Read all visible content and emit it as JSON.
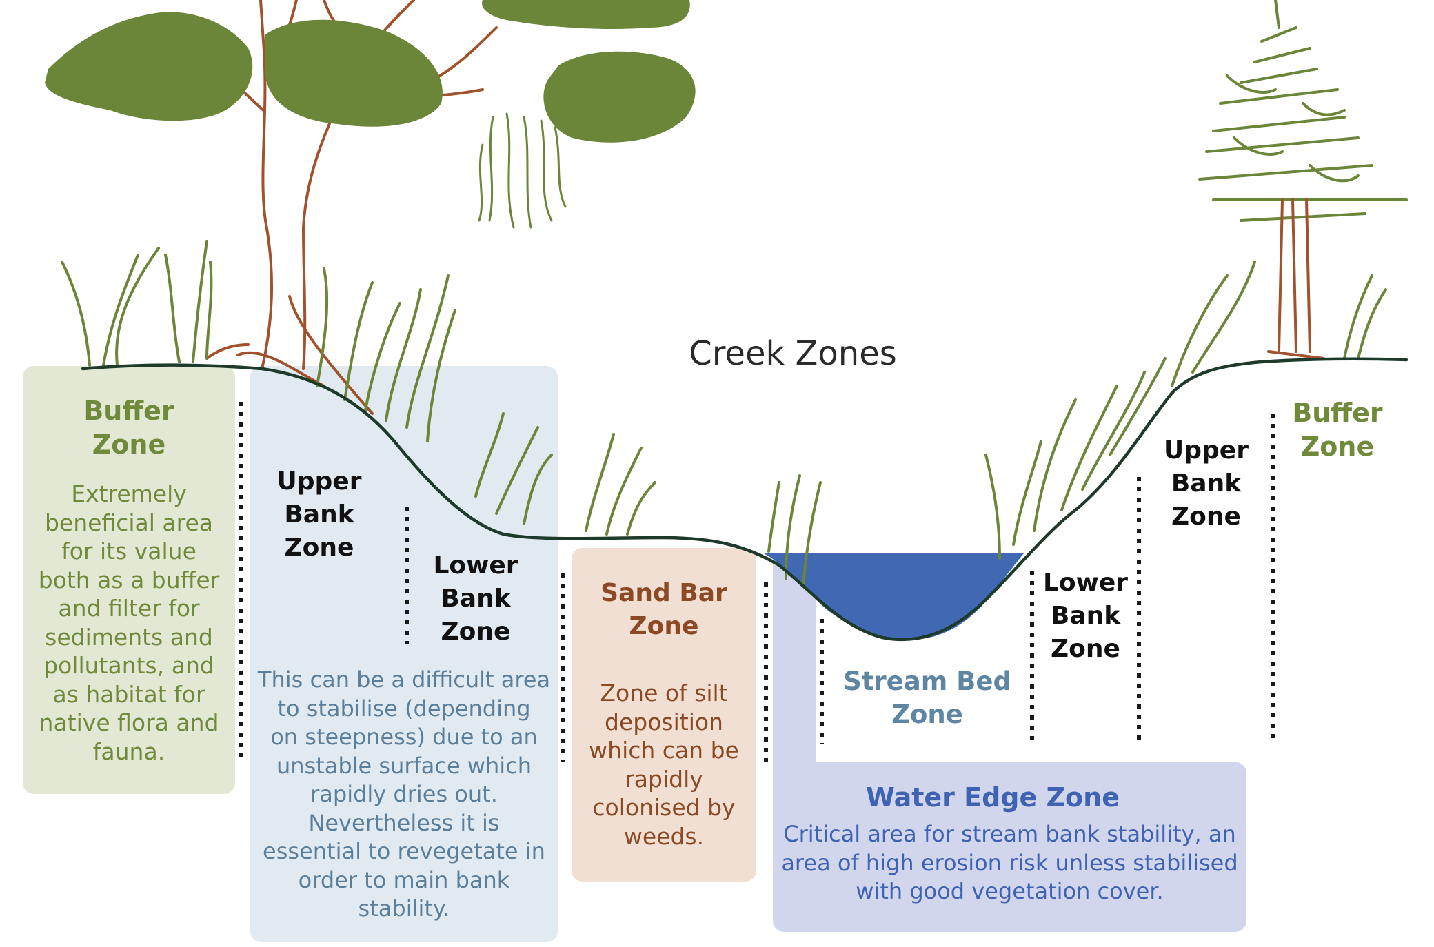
{
  "title": "Creek Zones",
  "zones": {
    "buffer_left": {
      "heading": "Buffer\nZone",
      "description": "Extremely\nbeneficial area\nfor its value\nboth as a buffer\nand filter for\nsediments and\npollutants, and\nas habitat for\nnative flora and\nfauna."
    },
    "upper_bank_left": {
      "heading": "Upper\nBank\nZone"
    },
    "lower_bank_left": {
      "heading": "Lower\nBank\nZone"
    },
    "bank_description": "This can be a difficult area\nto stabilise (depending\non steepness) due to an\nunstable surface which\nrapidly dries out.\nNevertheless it is\nessential to revegetate in\norder to main bank\nstability.",
    "sand_bar": {
      "heading": "Sand Bar\nZone",
      "description": "Zone of silt\ndeposition\nwhich can be\nrapidly\ncolonised by\nweeds."
    },
    "stream_bed": {
      "heading": "Stream Bed\nZone"
    },
    "lower_bank_right": {
      "heading": "Lower\nBank\nZone"
    },
    "upper_bank_right": {
      "heading": "Upper\nBank\nZone"
    },
    "buffer_right": {
      "heading": "Buffer\nZone"
    },
    "water_edge": {
      "heading": "Water Edge Zone",
      "description": "Critical area for stream bank stability, an\narea of high erosion risk unless stabilised\nwith good vegetation cover."
    }
  },
  "colors": {
    "buffer_box": "#e3e8d5",
    "bank_box": "#e2eaf1",
    "sand_box": "#f0dfd2",
    "water_edge_box": "#d2d6ec",
    "water": "#4169b3",
    "leaf": "#6b8539",
    "trunk": "#a0522d",
    "ground": "#1e3a2a"
  }
}
